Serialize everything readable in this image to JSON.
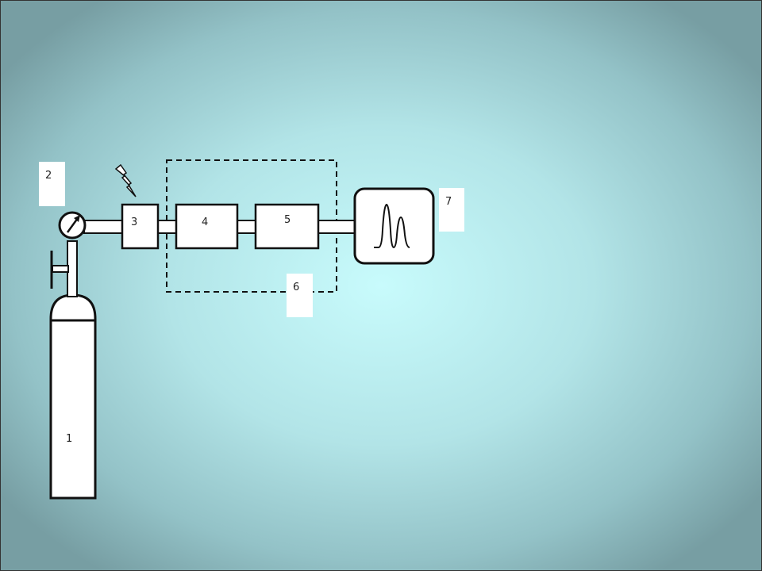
{
  "labels": {
    "cylinder": "1",
    "pressure_gauge": "2",
    "injector": "3",
    "block_4": "4",
    "block_5": "5",
    "oven": "6",
    "detector": "7"
  },
  "colors": {
    "stroke": "#111111",
    "fill": "#ffffff"
  }
}
